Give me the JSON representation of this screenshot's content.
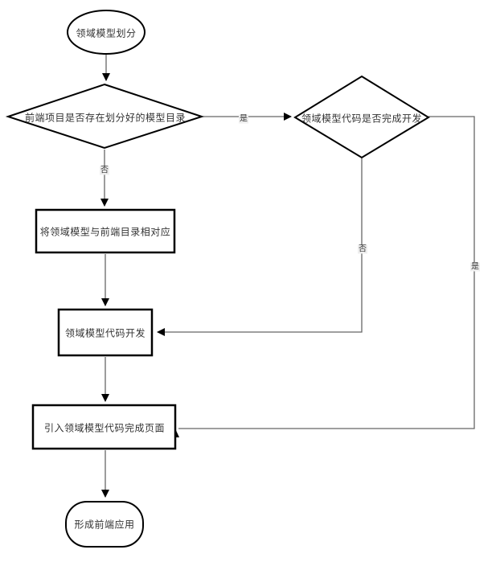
{
  "diagram": {
    "title": "frontend-domain-model-flowchart",
    "nodes": {
      "start": {
        "type": "ellipse",
        "label": "领域模型划分"
      },
      "decision_model_dir": {
        "type": "diamond",
        "label": "前端项目是否存在划分好的模型目录"
      },
      "decision_code_done": {
        "type": "diamond",
        "label": "领域模型代码是否完成开发"
      },
      "map_model_to_dir": {
        "type": "rectangle",
        "label": "将领域模型与前端目录相对应"
      },
      "develop_model_code": {
        "type": "rectangle",
        "label": "领域模型代码开发"
      },
      "import_model_code": {
        "type": "rectangle",
        "label": "引入领域模型代码完成页面"
      },
      "end": {
        "type": "stadium",
        "label": "形成前端应用"
      }
    },
    "edge_labels": {
      "dir_decision_yes": "是",
      "dir_decision_no": "否",
      "code_decision_no": "否",
      "code_decision_yes": "是"
    },
    "colors": {
      "background": "#ffffff",
      "shape_border": "#000000",
      "shape_fill": "#ffffff",
      "connector": "#666666",
      "arrowhead": "#000000",
      "text": "#333333",
      "edge_label_bg": "#efefef"
    }
  }
}
